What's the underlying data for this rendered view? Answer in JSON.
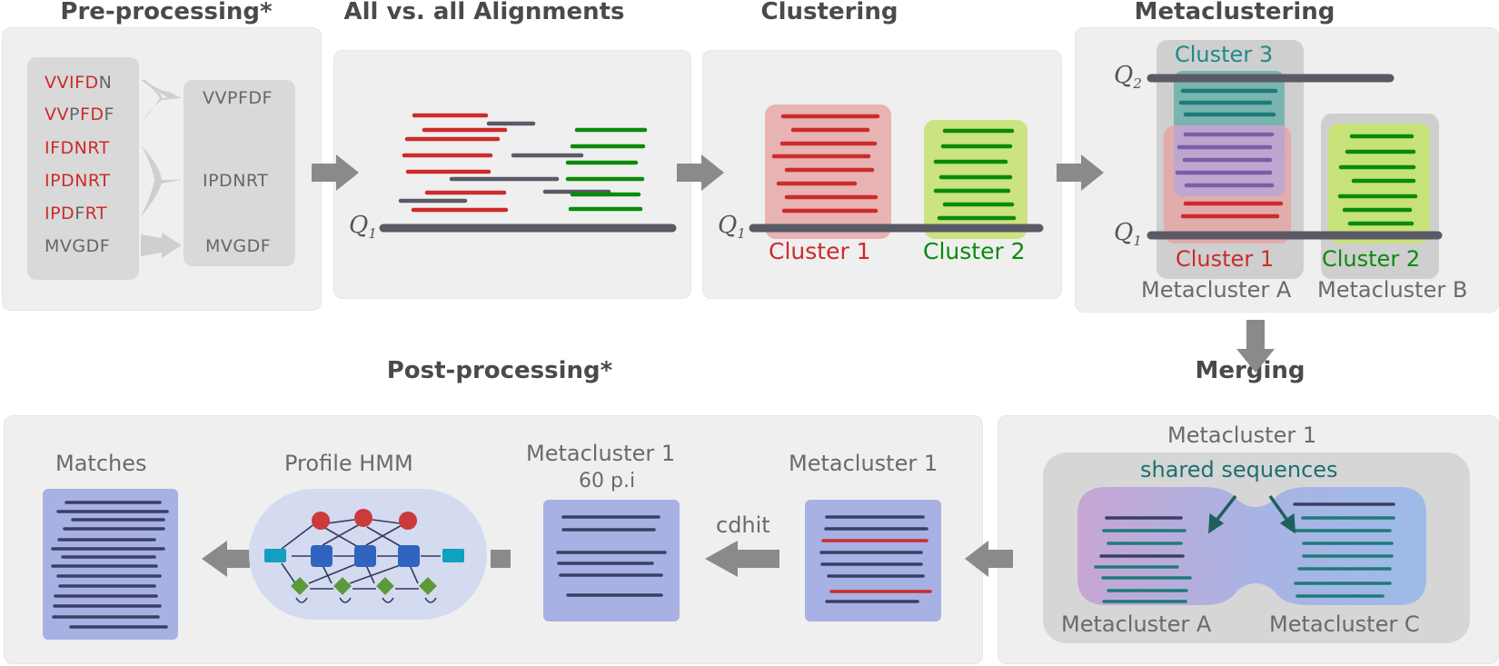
{
  "stages": {
    "preprocessing": "Pre-processing*",
    "alignments": "All vs. all Alignments",
    "clustering": "Clustering",
    "metaclustering": "Metaclustering",
    "postprocessing": "Post-processing*",
    "merging": "Merging"
  },
  "preprocessing": {
    "input_sequences": [
      {
        "parts": [
          {
            "t": "VVIFD",
            "r": true
          },
          {
            "t": "N",
            "r": false
          }
        ]
      },
      {
        "parts": [
          {
            "t": "VV",
            "r": true
          },
          {
            "t": "P",
            "r": false
          },
          {
            "t": "FD",
            "r": true
          },
          {
            "t": "F",
            "r": false
          }
        ]
      },
      {
        "parts": [
          {
            "t": "IFDNRT",
            "r": true
          }
        ]
      },
      {
        "parts": [
          {
            "t": "IPDNRT",
            "r": true
          }
        ]
      },
      {
        "parts": [
          {
            "t": "IPD",
            "r": true
          },
          {
            "t": "F",
            "r": false
          },
          {
            "t": "RT",
            "r": true
          }
        ]
      },
      {
        "parts": [
          {
            "t": "MVGDF",
            "r": false
          }
        ]
      }
    ],
    "output_sequences": [
      "VVPFDF",
      "IPDNRT",
      "MVGDF"
    ]
  },
  "query_labels": {
    "q1": "Q",
    "q1_sub": "1",
    "q2": "Q",
    "q2_sub": "2"
  },
  "clustering": {
    "cluster1": "Cluster 1",
    "cluster2": "Cluster 2"
  },
  "metaclustering": {
    "cluster3": "Cluster 3",
    "cluster1": "Cluster 1",
    "cluster2": "Cluster 2",
    "metacluster_a": "Metacluster A",
    "metacluster_b": "Metacluster B"
  },
  "merging": {
    "title": "Metacluster 1",
    "shared": "shared sequences",
    "left": "Metacluster A",
    "right": "Metacluster C"
  },
  "postprocessing": {
    "matches": "Matches",
    "profile_hmm": "Profile HMM",
    "mc_reduced_line1": "Metacluster 1",
    "mc_reduced_line2": "60 p.i",
    "mc_full": "Metacluster 1",
    "cdhit": "cdhit"
  },
  "colors": {
    "red": "#cc2b2b",
    "green": "#0b8a0b",
    "teal": "#1f7a7a",
    "purple": "#7b5ea6",
    "navy": "#3a3f66",
    "gray_line": "#5a5a66",
    "arrow": "#8a8a8a"
  }
}
